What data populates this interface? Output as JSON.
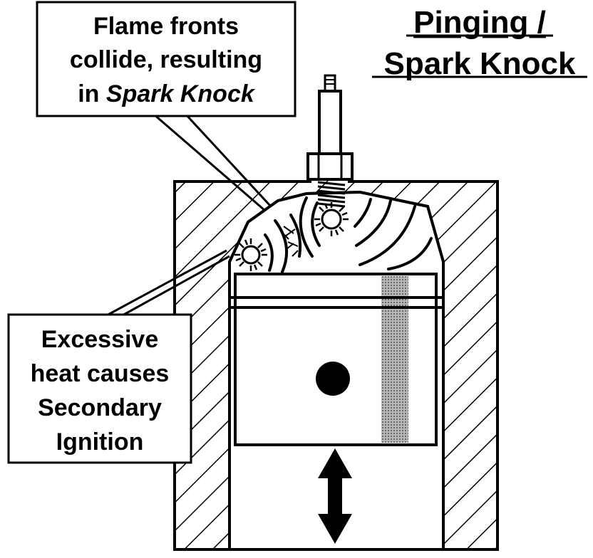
{
  "title": {
    "line1": "Pinging /",
    "line2": "Spark Knock"
  },
  "callout_top": {
    "line1": "Flame fronts",
    "line2": "collide, resulting",
    "line3_prefix": "in ",
    "line3_emphasis": "Spark Knock"
  },
  "callout_bottom": {
    "line1": "Excessive",
    "line2": "heat causes",
    "line3": "Secondary",
    "line4": "Ignition"
  },
  "colors": {
    "ink": "#000000",
    "background": "#ffffff",
    "piston_stripe": "#9a9a9a"
  }
}
